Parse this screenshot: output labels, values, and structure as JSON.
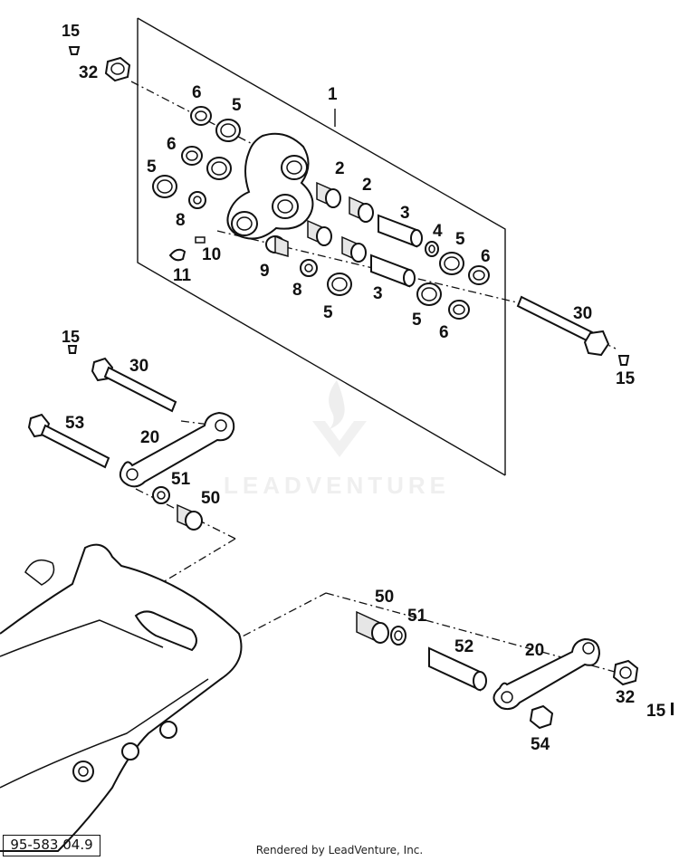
{
  "diagram": {
    "reference_number": "95-583.04.9",
    "render_credit": "Rendered by LeadVenture, Inc.",
    "watermark": "LEADVENTURE",
    "callouts": {
      "c15a": "15",
      "c32a": "32",
      "c1": "1",
      "c6a": "6",
      "c5a": "5",
      "c6b": "6",
      "c5b": "5",
      "c2a": "2",
      "c2b": "2",
      "c3a": "3",
      "c4": "4",
      "c5c": "5",
      "c6c": "6",
      "c8a": "8",
      "c10": "10",
      "c11": "11",
      "c9": "9",
      "c8b": "8",
      "c5d": "5",
      "c3b": "3",
      "c5e": "5",
      "c6d": "6",
      "c30a": "30",
      "c15b": "15",
      "c15c": "15",
      "c30b": "30",
      "c53": "53",
      "c20a": "20",
      "c51a": "51",
      "c50a": "50",
      "c50b": "50",
      "c51b": "51",
      "c52": "52",
      "c20b": "20",
      "c32b": "32",
      "c15d": "15",
      "c54": "54"
    }
  }
}
